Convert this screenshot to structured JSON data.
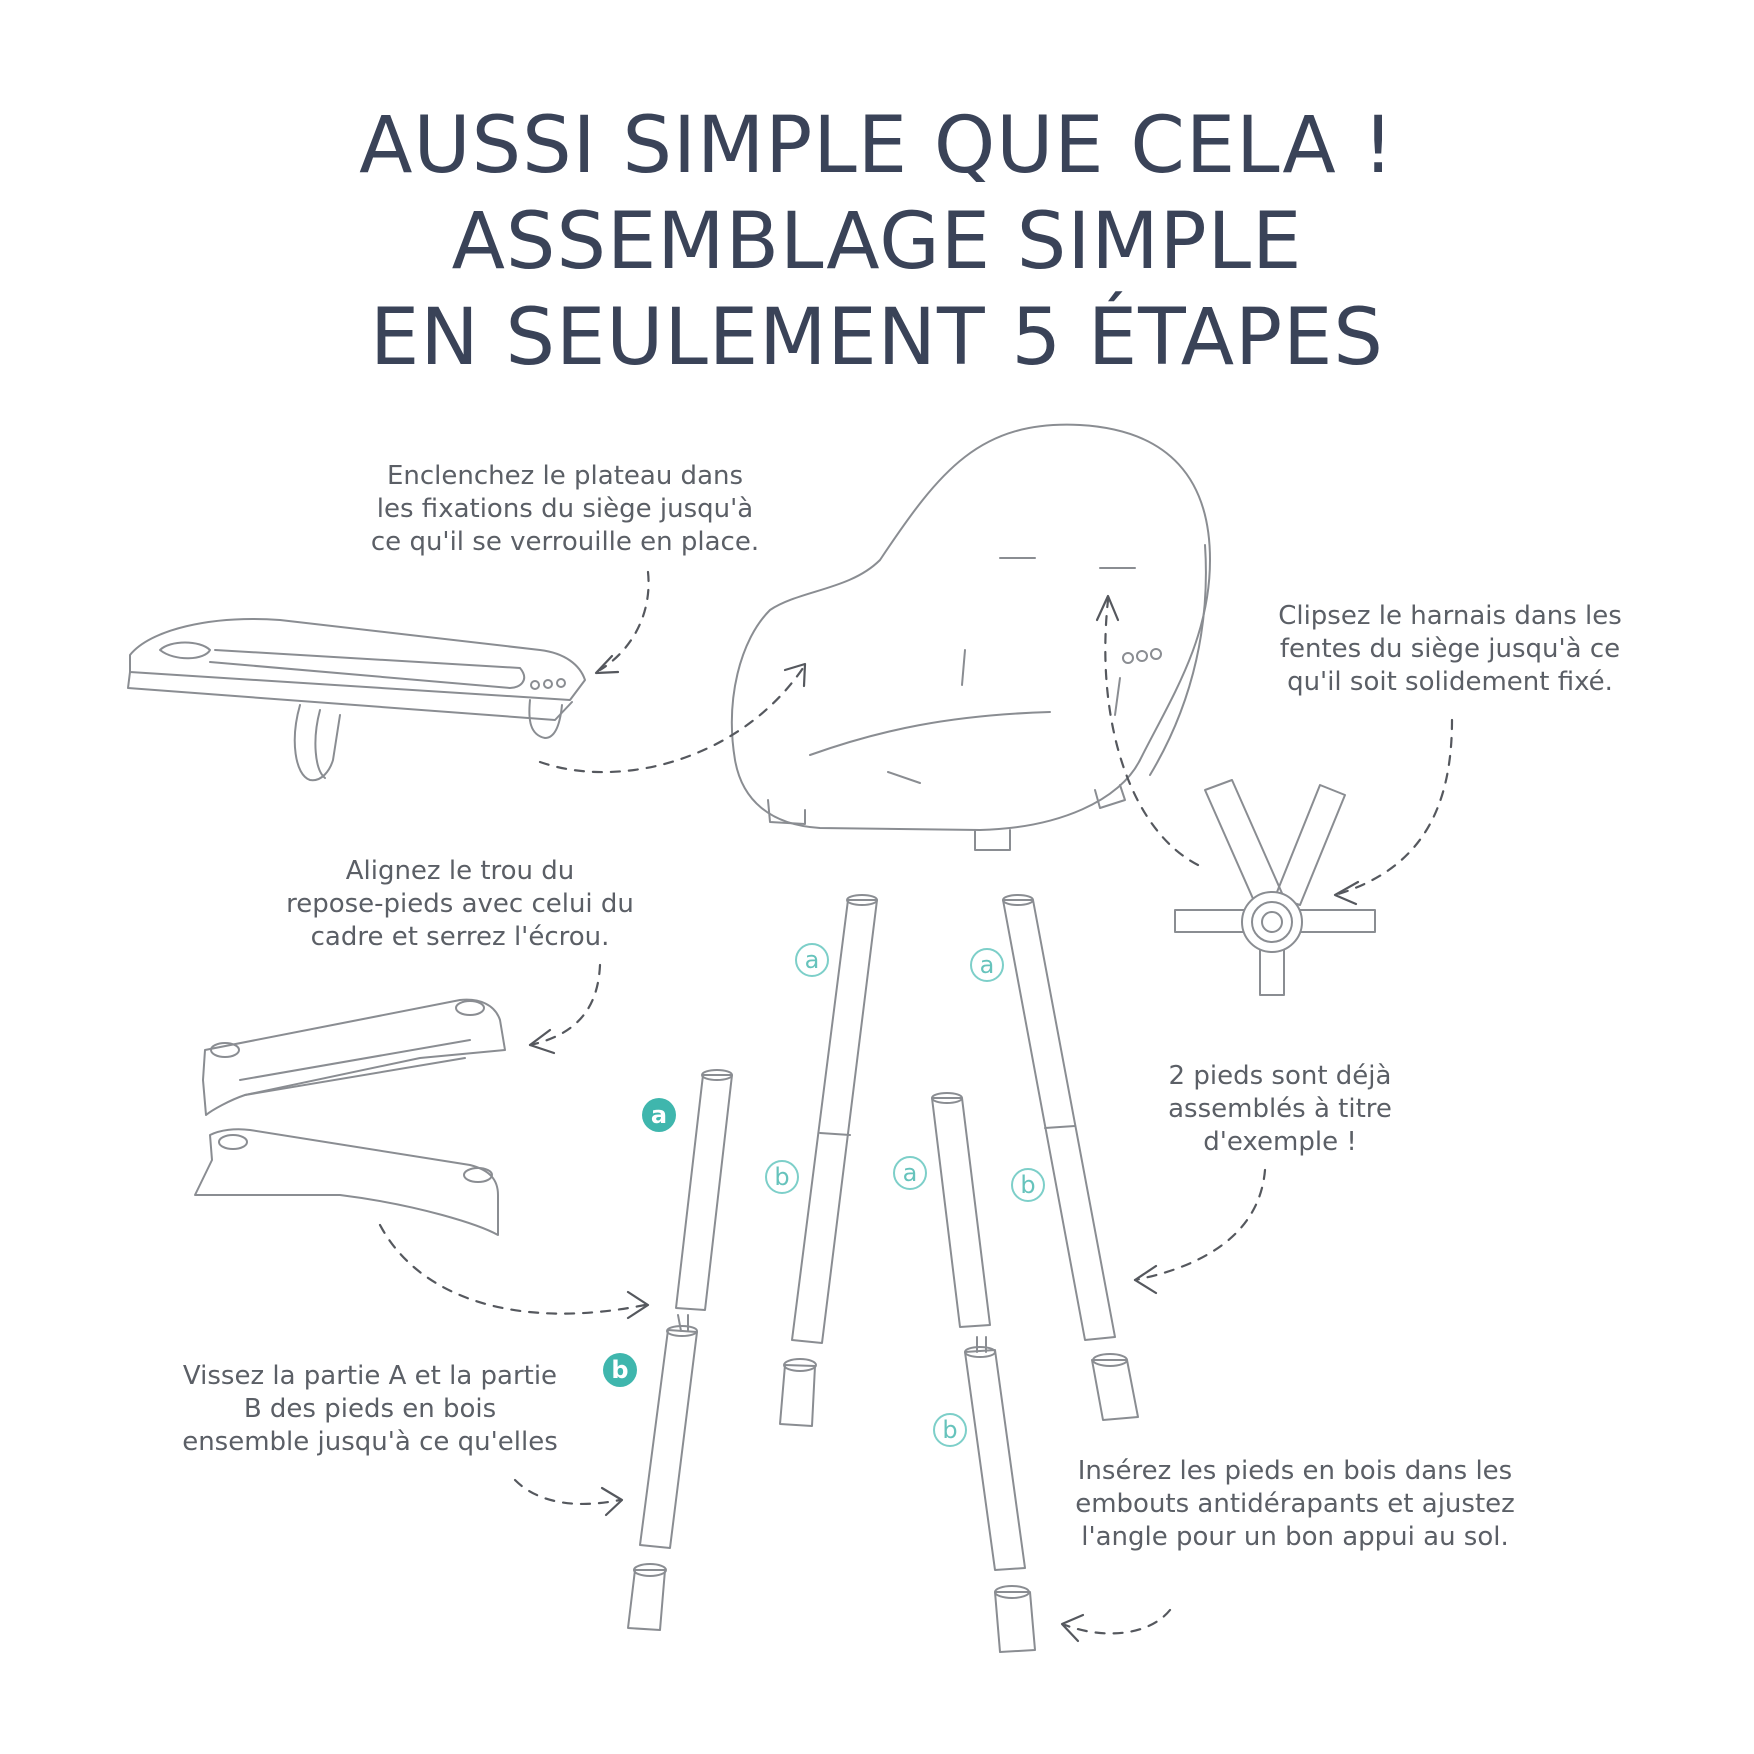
{
  "title": {
    "line1": "AUSSI SIMPLE QUE CELA !",
    "line2": "ASSEMBLAGE SIMPLE",
    "line3": "EN SEULEMENT 5 ÉTAPES"
  },
  "steps": {
    "tray": {
      "lines": [
        "Enclenchez le plateau dans",
        "les fixations du siège jusqu'à",
        "ce qu'il se verrouille en place."
      ]
    },
    "harness": {
      "lines": [
        "Clipsez le harnais dans les",
        "fentes du siège jusqu'à ce",
        "qu'il soit solidement fixé."
      ]
    },
    "footrest": {
      "lines": [
        "Alignez le trou du",
        "repose-pieds avec celui du",
        "cadre et serrez l'écrou."
      ]
    },
    "example": {
      "lines": [
        "2 pieds sont déjà",
        "assemblés à titre",
        "d'exemple !"
      ]
    },
    "screw": {
      "lines": [
        "Vissez la partie A et la partie",
        "B des pieds en bois",
        "ensemble jusqu'à ce qu'elles"
      ]
    },
    "insert": {
      "lines": [
        "Insérez les pieds en bois dans les",
        "embouts antidérapants et ajustez",
        "l'angle pour un bon appui au sol."
      ]
    }
  },
  "part_labels": {
    "a": "a",
    "b": "b"
  },
  "colors": {
    "title": "#3a4358",
    "text": "#5b5f66",
    "line_art": "#8a8d92",
    "label_teal": "#3fb6ad"
  }
}
